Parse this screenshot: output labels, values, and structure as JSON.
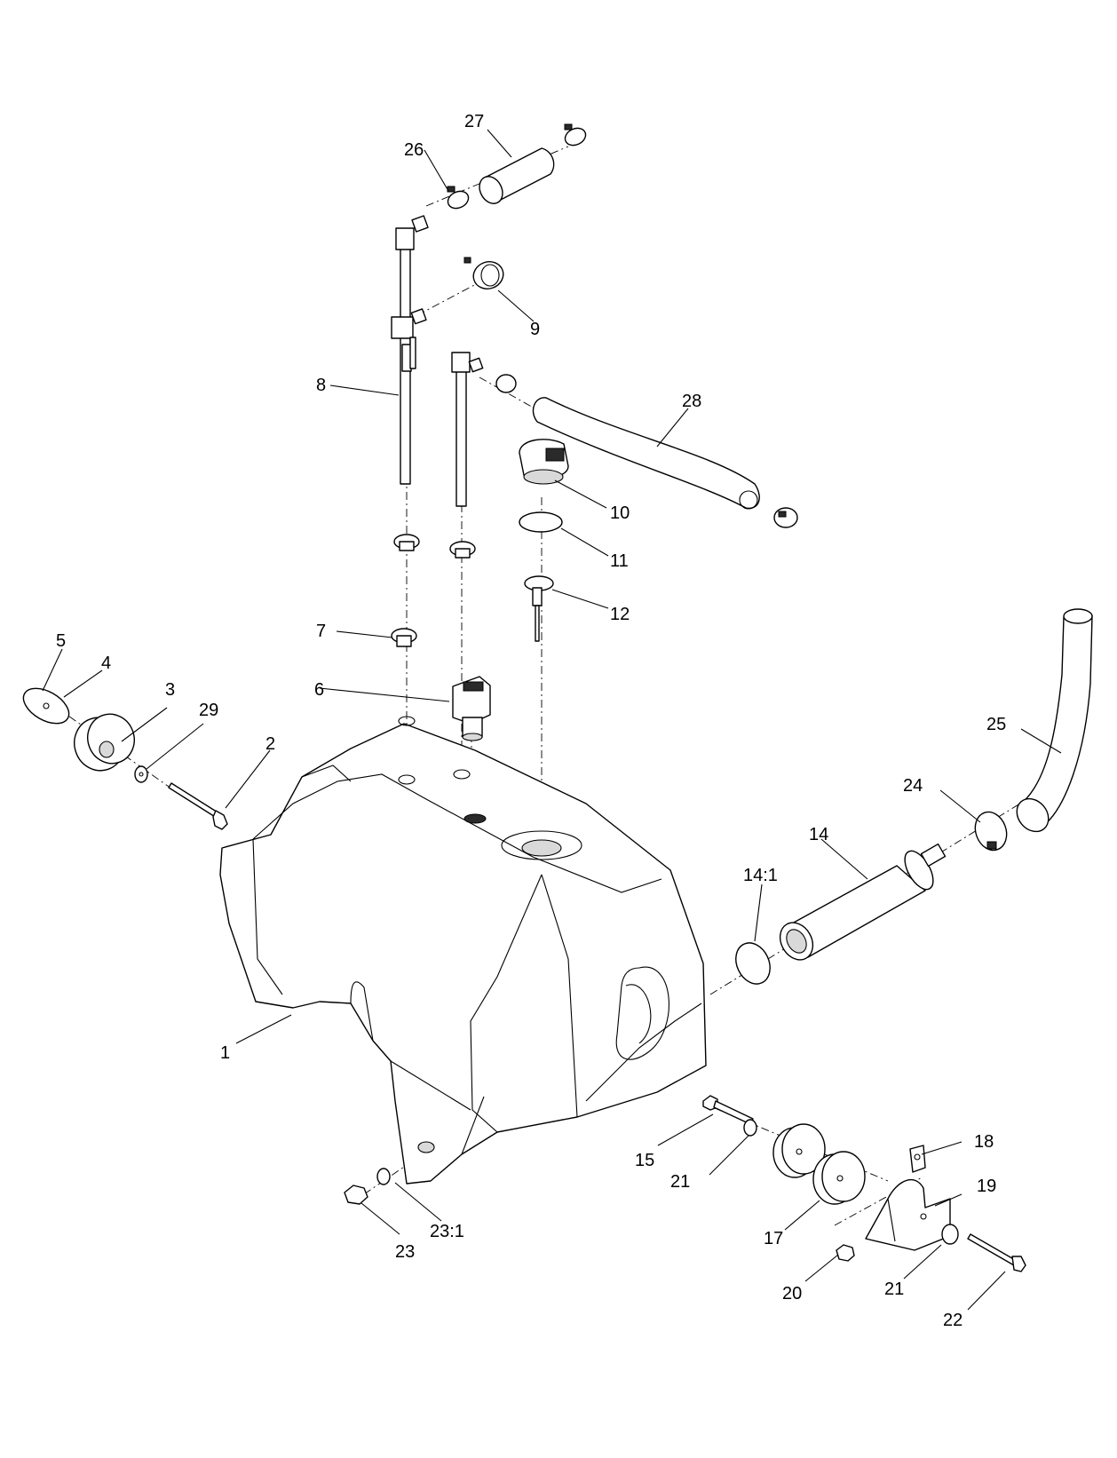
{
  "diagram": {
    "callouts": {
      "c1": "1",
      "c2": "2",
      "c3": "3",
      "c4": "4",
      "c5": "5",
      "c6": "6",
      "c7": "7",
      "c8": "8",
      "c9": "9",
      "c10": "10",
      "c11": "11",
      "c12": "12",
      "c14": "14",
      "c14_1": "14:1",
      "c15": "15",
      "c17": "17",
      "c18": "18",
      "c19": "19",
      "c20": "20",
      "c21a": "21",
      "c21b": "21",
      "c22": "22",
      "c23": "23",
      "c23_1": "23:1",
      "c24": "24",
      "c25": "25",
      "c26": "26",
      "c27": "27",
      "c28": "28",
      "c29": "29"
    }
  }
}
